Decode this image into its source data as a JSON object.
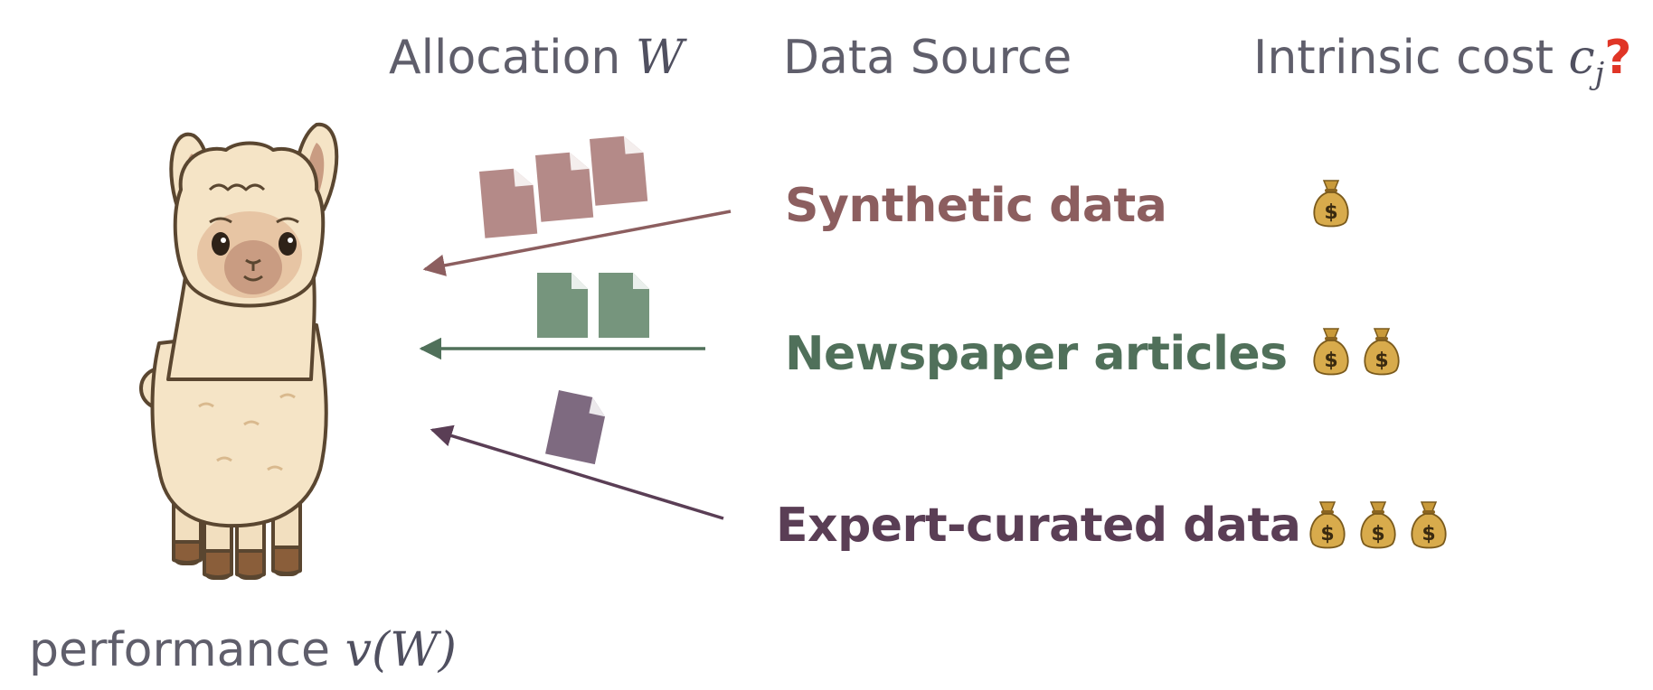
{
  "headers": {
    "allocation_label": "Allocation",
    "allocation_symbol": "W",
    "source_label": "Data Source",
    "cost_label": "Intrinsic cost",
    "cost_symbol": "c",
    "cost_subscript": "j",
    "cost_mark": "?"
  },
  "sources": [
    {
      "label": "Synthetic data",
      "color": "#8c5e5f",
      "doc_color": "#b48a88",
      "docs": 3,
      "cost_bags": 1
    },
    {
      "label": "Newspaper articles",
      "color": "#50705a",
      "doc_color": "#76957d",
      "docs": 2,
      "cost_bags": 2
    },
    {
      "label": "Expert-curated data",
      "color": "#5a3e55",
      "doc_color": "#7e6a80",
      "docs": 1,
      "cost_bags": 3
    }
  ],
  "performance": {
    "label": "performance",
    "symbol": "v(W)"
  },
  "icons": {
    "model": "llama-icon",
    "document": "document-icon",
    "cost": "money-bag-icon"
  }
}
